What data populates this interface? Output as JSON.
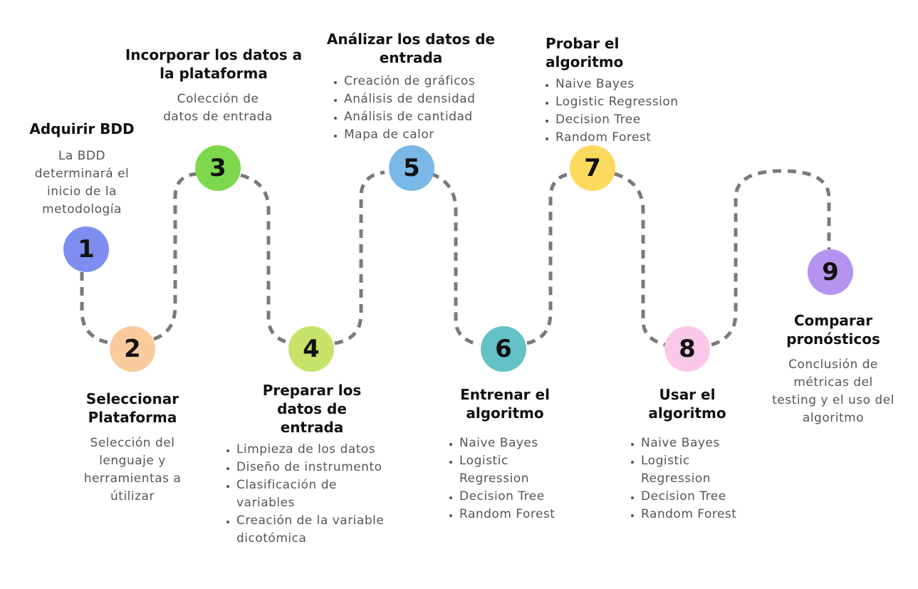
{
  "colors": {
    "connector": "#7a7a7a",
    "step1": "#7d8ef0",
    "step2": "#fbcb9d",
    "step3": "#7dd84e",
    "step4": "#c8e36a",
    "step5": "#7ab8e8",
    "step6": "#62c2c6",
    "step7": "#fbd95d",
    "step8": "#fbc8ea",
    "step9": "#b593f0"
  },
  "steps": [
    {
      "number": "1",
      "title": "Adquirir BDD",
      "description": "La BDD determinará el inicio de la metodología"
    },
    {
      "number": "2",
      "title": "Seleccionar Plataforma",
      "description": "Selección del lenguaje y herramientas a útilizar"
    },
    {
      "number": "3",
      "title": "Incorporar los datos a la plataforma",
      "description": "Colección de datos de entrada"
    },
    {
      "number": "4",
      "title": "Preparar los datos de entrada",
      "items": [
        "Limpieza de los datos",
        "Diseño de instrumento",
        "Clasificación de variables",
        "Creación de la variable dicotómica"
      ]
    },
    {
      "number": "5",
      "title": "Análizar los datos de entrada",
      "items": [
        "Creación de gráficos",
        "Análisis de densidad",
        "Análisis de cantidad",
        "Mapa de calor"
      ]
    },
    {
      "number": "6",
      "title": "Entrenar el algoritmo",
      "items": [
        "Naive Bayes",
        "Logistic Regression",
        "Decision Tree",
        "Random Forest"
      ]
    },
    {
      "number": "7",
      "title": "Probar el algoritmo",
      "items": [
        "Naive Bayes",
        "Logistic Regression",
        "Decision Tree",
        "Random Forest"
      ]
    },
    {
      "number": "8",
      "title": "Usar el algoritmo",
      "items": [
        "Naive Bayes",
        "Logistic Regression",
        "Decision Tree",
        "Random Forest"
      ]
    },
    {
      "number": "9",
      "title": "Comparar pronósticos",
      "description": "Conclusión de métricas del testing y el uso del algoritmo"
    }
  ]
}
